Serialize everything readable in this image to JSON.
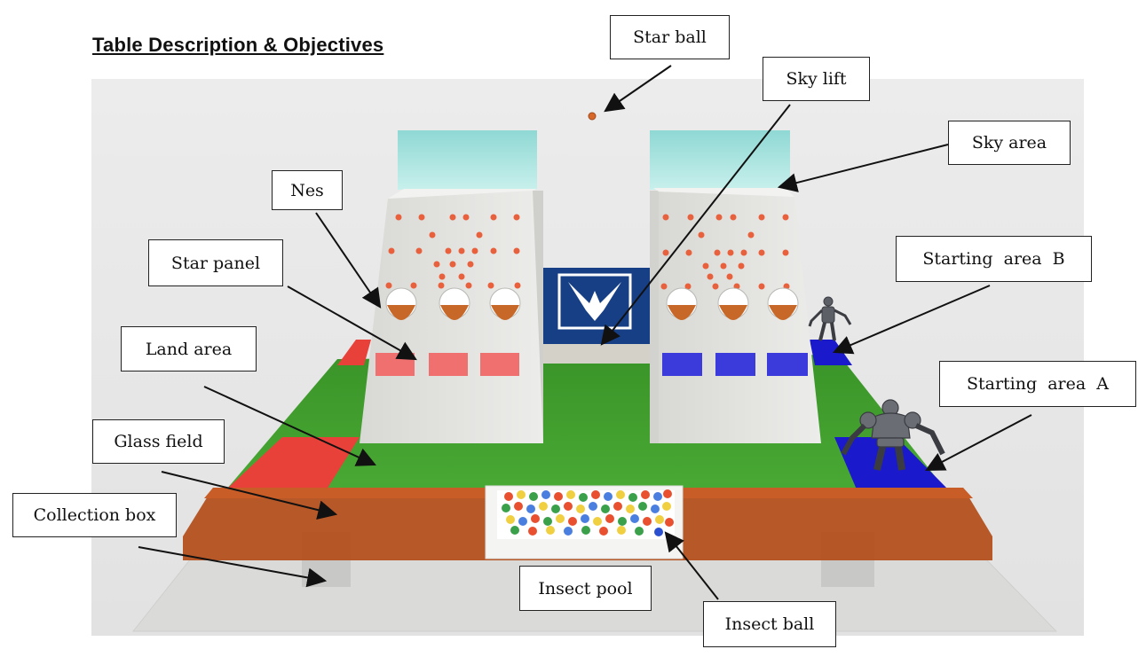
{
  "title": "Table Description & Objectives",
  "labels": {
    "star_ball": "Star ball",
    "sky_lift": "Sky lift",
    "sky_area": "Sky area",
    "nes": "Nes",
    "star_panel": "Star panel",
    "starting_area_b": "Starting  area  B",
    "land_area": "Land area",
    "starting_area_a": "Starting  area  A",
    "glass_field": "Glass field",
    "collection_box": "Collection box",
    "insect_pool": "Insect pool",
    "insect_ball": "Insect ball"
  },
  "colors": {
    "field_green": "#3f9a2c",
    "red_zone": "#e8413a",
    "blue_zone": "#1a1acc",
    "collection_box": "#b4501f",
    "sky_glass": "#a8e4e0",
    "tower": "#e4e4e0",
    "emblem_bg": "#173f86"
  },
  "icons": {
    "emblem": "bird-emblem-icon",
    "robot": "robot-icon"
  }
}
